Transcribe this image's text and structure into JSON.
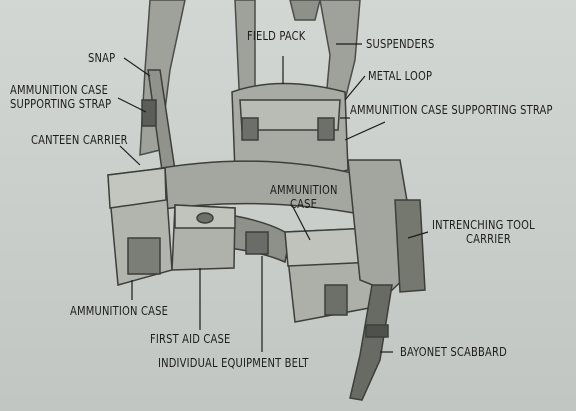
{
  "diagram": {
    "labels": {
      "field_pack": "FIELD PACK",
      "suspenders": "SUSPENDERS",
      "snap": "SNAP",
      "metal_loop": "METAL LOOP",
      "ammo_strap_left_1": "AMMUNITION CASE",
      "ammo_strap_left_2": "SUPPORTING STRAP",
      "ammo_strap_right": "AMMUNITION CASE SUPPORTING STRAP",
      "canteen_carrier": "CANTEEN CARRIER",
      "ammunition_case_center_1": "AMMUNITION",
      "ammunition_case_center_2": "CASE",
      "intrenching_tool_1": "INTRENCHING TOOL",
      "intrenching_tool_2": "CARRIER",
      "ammunition_case_bottom": "AMMUNITION CASE",
      "first_aid_case": "FIRST AID CASE",
      "equipment_belt": "INDIVIDUAL EQUIPMENT BELT",
      "bayonet_scabbard": "BAYONET SCABBARD"
    }
  }
}
